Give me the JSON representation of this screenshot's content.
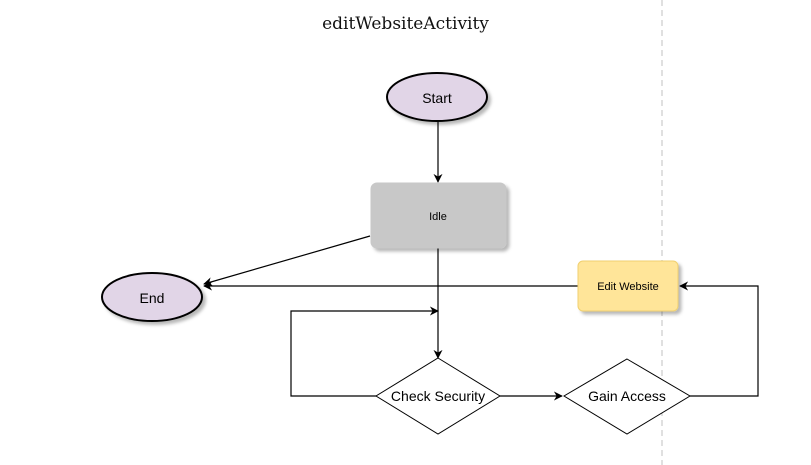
{
  "diagram": {
    "title": "editWebsiteActivity",
    "nodes": {
      "start": "Start",
      "idle": "Idle",
      "end": "End",
      "edit_website": "Edit Website",
      "check_security": "Check Security",
      "gain_access": "Gain Access"
    },
    "colors": {
      "terminal_fill": "#e1d5e7",
      "idle_fill": "#c8c8c8",
      "edit_fill": "#ffe599",
      "edge": "#000000",
      "divider": "#c0c0c0"
    }
  }
}
